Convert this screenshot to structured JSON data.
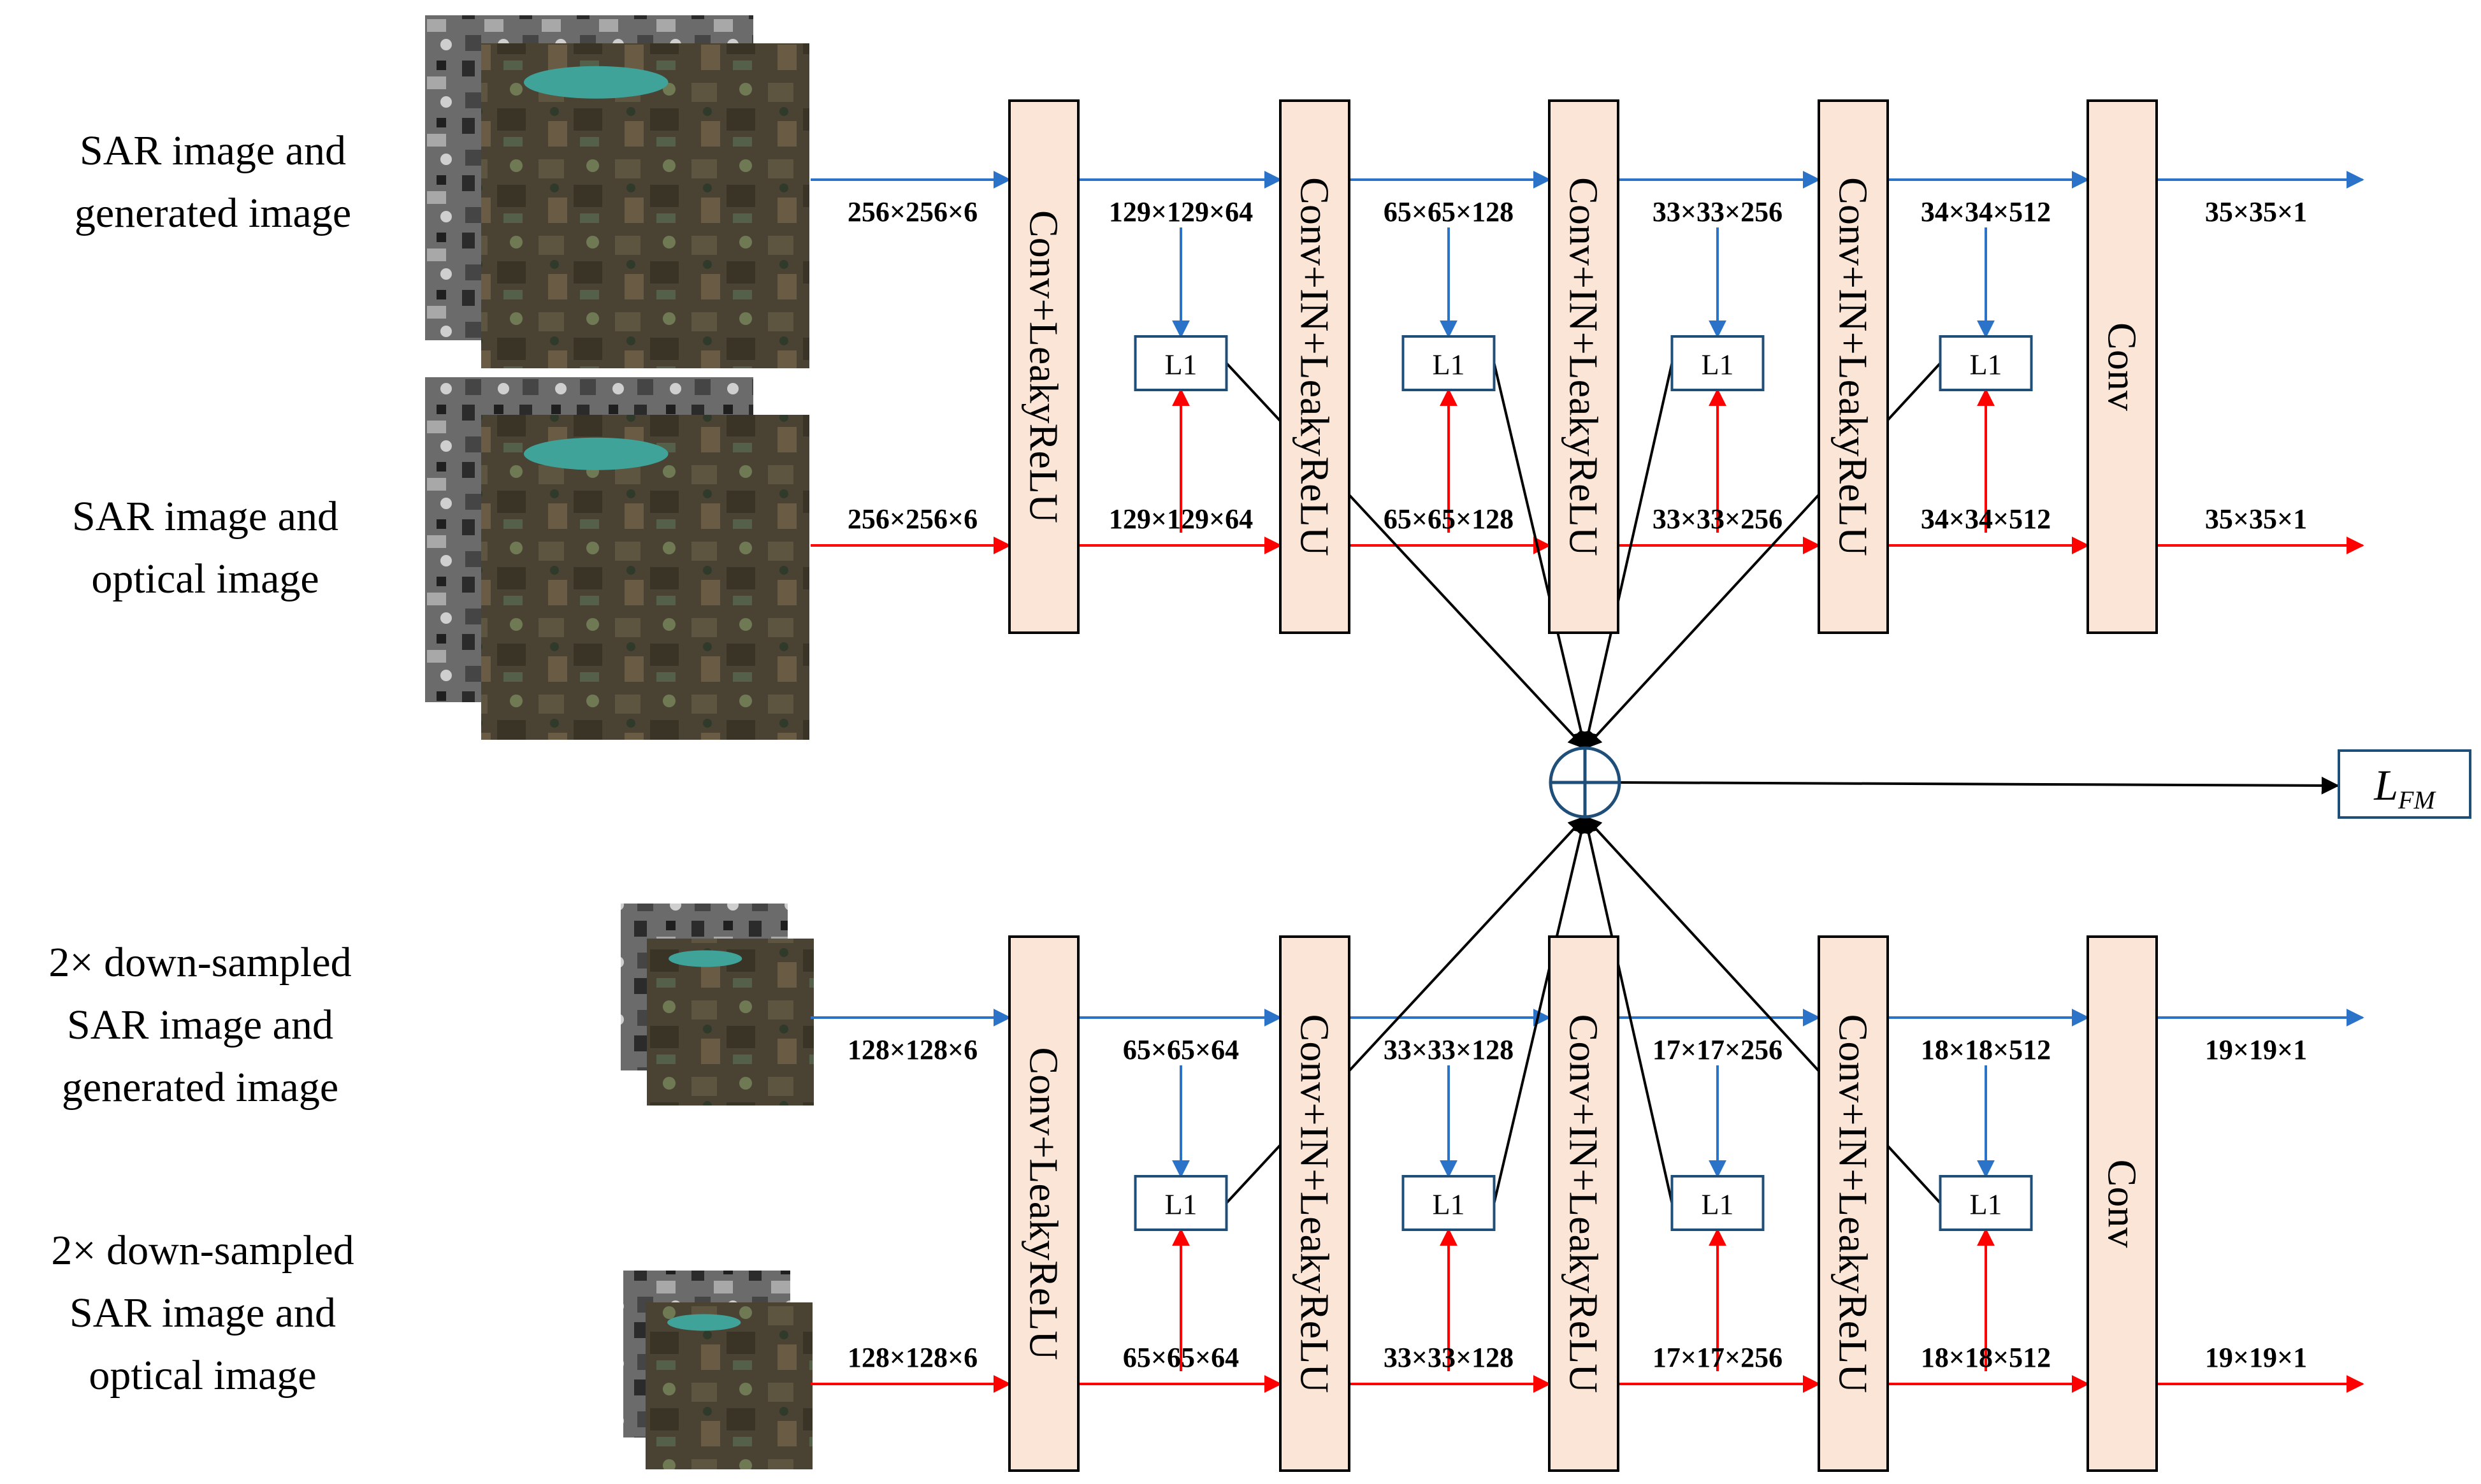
{
  "inputs": {
    "top_gen": [
      "SAR image and",
      "generated image"
    ],
    "top_opt": [
      "SAR image and",
      "optical image"
    ],
    "bottom_gen": [
      "2× down-sampled",
      "SAR image and",
      "generated image"
    ],
    "bottom_opt": [
      "2× down-sampled",
      "SAR image and",
      "optical image"
    ]
  },
  "blocks": {
    "first": "Conv+LeakyReLU",
    "middle": "Conv+IN+LeakyReLU",
    "last": "Conv"
  },
  "l1_label": "L1",
  "sum_symbol": "⊕",
  "loss": {
    "main": "L",
    "sub": "FM"
  },
  "top_dims": {
    "d0": "256×256×6",
    "d1": "129×129×64",
    "d2": "65×65×128",
    "d3": "33×33×256",
    "d4": "34×34×512",
    "d5": "35×35×1"
  },
  "bottom_dims": {
    "d0": "128×128×6",
    "d1": "65×65×64",
    "d2": "33×33×128",
    "d3": "17×17×256",
    "d4": "18×18×512",
    "d5": "19×19×1"
  },
  "colors": {
    "blue": "#2a73c8",
    "red": "#ff0000",
    "block_fill": "#fbe5d6",
    "black": "#000000"
  }
}
